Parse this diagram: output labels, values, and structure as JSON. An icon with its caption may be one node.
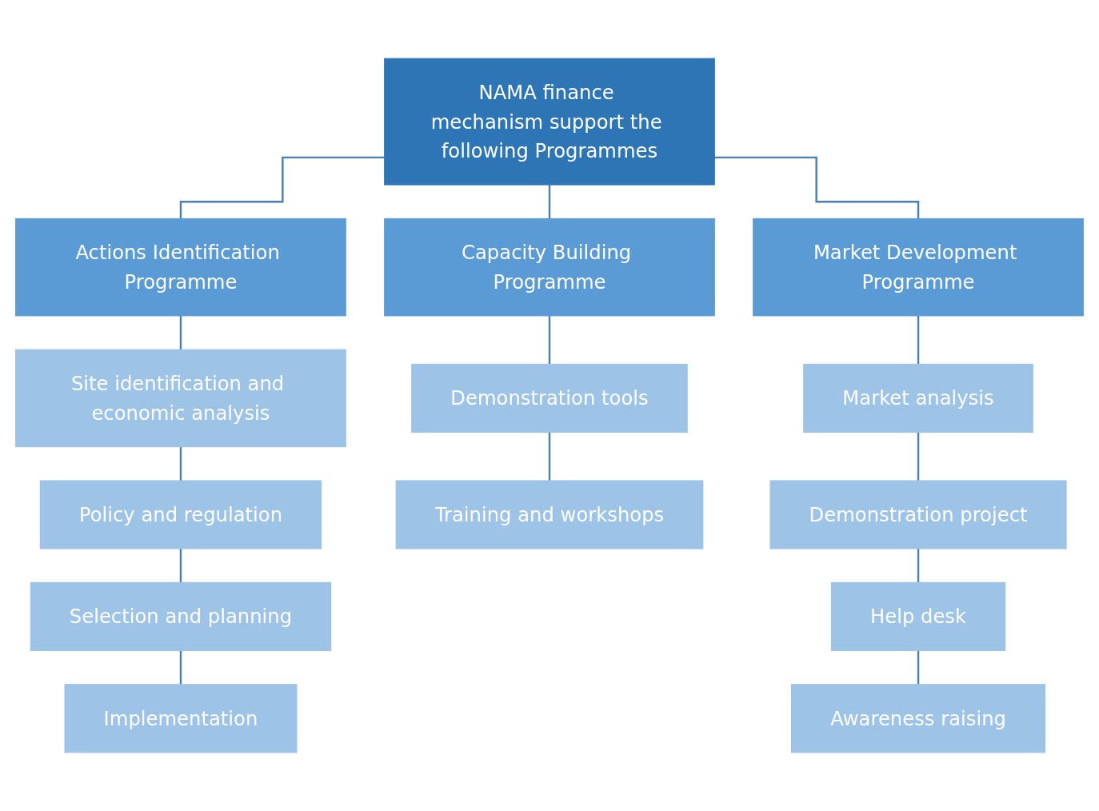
{
  "diagram": {
    "nodes": [
      {
        "text": [
          "NAMA finance mechanism support the following Programmes"
        ]
      },
      {
        "text": [
          "Actions Identification Programme"
        ]
      },
      {
        "text": [
          "Capacity Building Programme"
        ]
      },
      {
        "text": [
          "Market Development Programme"
        ]
      },
      {
        "text": [
          "Site identification and economic analysis"
        ]
      },
      {
        "text": [
          "Policy and regulation"
        ]
      },
      {
        "text": [
          "Selection and planning"
        ]
      },
      {
        "text": [
          "Implementation"
        ]
      },
      {
        "text": [
          "Demonstration tools"
        ]
      },
      {
        "text": [
          "Training and workshops"
        ]
      },
      {
        "text": [
          "Market analysis"
        ]
      },
      {
        "text": [
          "Demonstration project"
        ]
      },
      {
        "text": [
          "Help desk"
        ]
      },
      {
        "text": [
          "Awareness raising"
        ]
      }
    ],
    "edges": [
      {
        "from": 0,
        "to": 1,
        "arrow": "none"
      },
      {
        "from": 0,
        "to": 2,
        "arrow": "none"
      },
      {
        "from": 0,
        "to": 3,
        "arrow": "none"
      },
      {
        "from": 1,
        "to": 4,
        "arrow": "none"
      },
      {
        "from": 4,
        "to": 5,
        "arrow": "none"
      },
      {
        "from": 5,
        "to": 6,
        "arrow": "none"
      },
      {
        "from": 6,
        "to": 7,
        "arrow": "none"
      },
      {
        "from": 2,
        "to": 8,
        "arrow": "none"
      },
      {
        "from": 8,
        "to": 9,
        "arrow": "none"
      },
      {
        "from": 3,
        "to": 10,
        "arrow": "none"
      },
      {
        "from": 10,
        "to": 11,
        "arrow": "none"
      },
      {
        "from": 11,
        "to": 12,
        "arrow": "none"
      },
      {
        "from": 12,
        "to": 13,
        "arrow": "none"
      }
    ]
  }
}
